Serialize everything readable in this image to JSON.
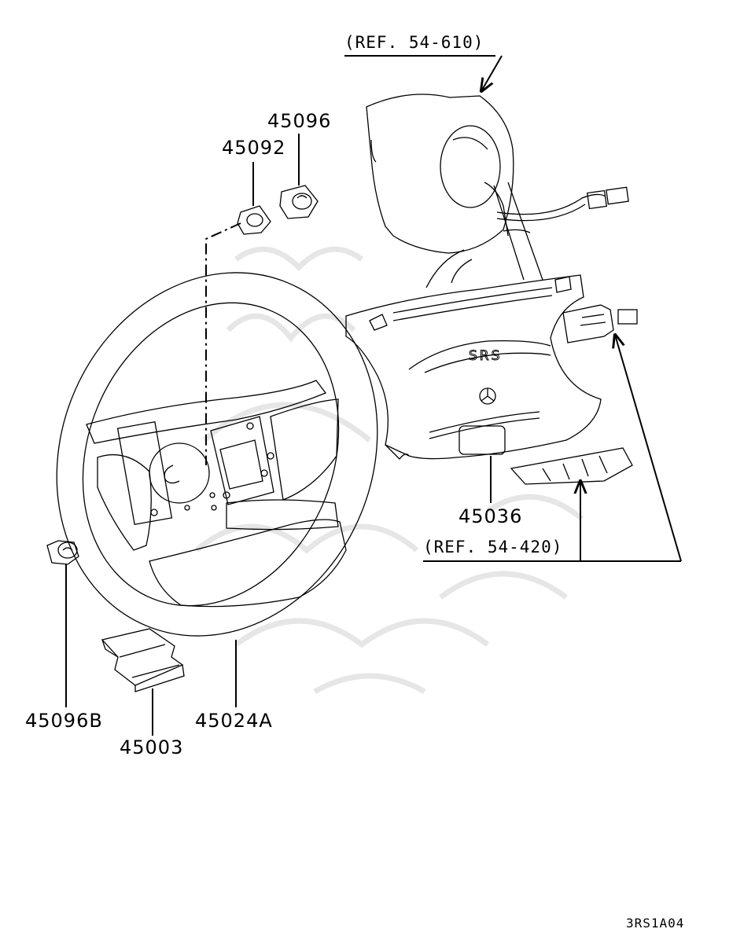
{
  "diagram": {
    "references": {
      "clock_spring": "(REF. 54-610)",
      "switches": "(REF. 54-420)"
    },
    "parts": {
      "cap": "45096",
      "nut": "45092",
      "pad_module": "45036",
      "plug": "45096B",
      "cover": "45003",
      "wheel": "45024A"
    },
    "horn_mark": "SRS",
    "drawing_code": "3RS1A04"
  }
}
